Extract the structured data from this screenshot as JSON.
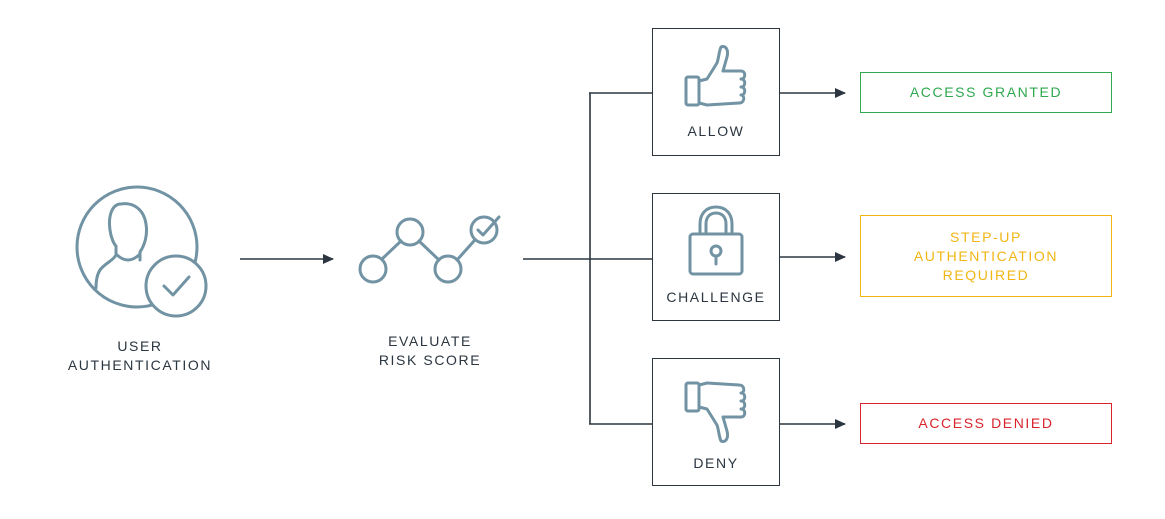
{
  "colors": {
    "line": "#2b3640",
    "icon": "#7193a3",
    "granted": "#2fa84f",
    "stepup": "#f2b614",
    "denied": "#d8242c"
  },
  "user": {
    "icon": "user-check-icon",
    "label_line1": "USER",
    "label_line2": "AUTHENTICATION"
  },
  "evaluate": {
    "icon": "risk-graph-icon",
    "label_line1": "EVALUATE",
    "label_line2": "RISK SCORE"
  },
  "actions": [
    {
      "icon": "thumbs-up-icon",
      "label": "ALLOW"
    },
    {
      "icon": "lock-icon",
      "label": "CHALLENGE"
    },
    {
      "icon": "thumbs-down-icon",
      "label": "DENY"
    }
  ],
  "results": [
    {
      "lines": [
        "ACCESS GRANTED"
      ]
    },
    {
      "lines": [
        "STEP-UP",
        "AUTHENTICATION",
        "REQUIRED"
      ]
    },
    {
      "lines": [
        "ACCESS DENIED"
      ]
    }
  ]
}
